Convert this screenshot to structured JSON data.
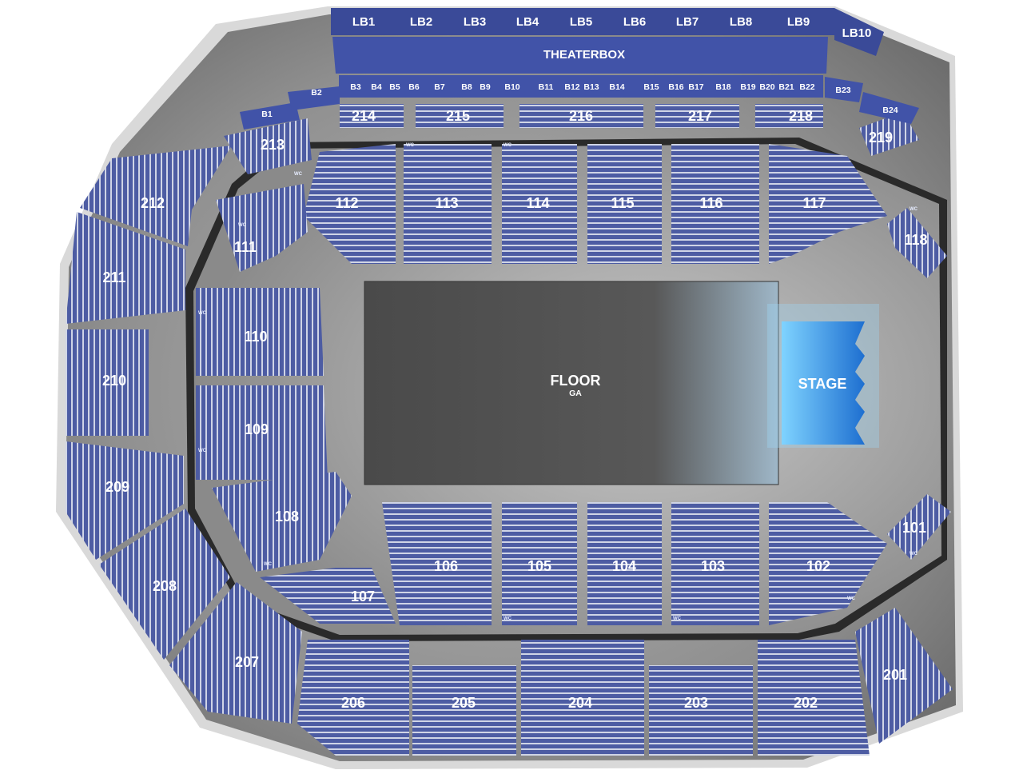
{
  "colors": {
    "seat_fill": "#5362a6",
    "box_fill": "#3a4a98",
    "concourse": "#9a9a9a",
    "floor": "#4e4e4e",
    "stage": "#3aa0e0",
    "label": "#ffffff"
  },
  "floor": {
    "label": "FLOOR",
    "sublabel": "GA"
  },
  "stage": {
    "label": "STAGE"
  },
  "theaterbox": {
    "label": "THEATERBOX"
  },
  "loge_boxes": [
    "LB1",
    "LB2",
    "LB3",
    "LB4",
    "LB5",
    "LB6",
    "LB7",
    "LB8",
    "LB9",
    "LB10"
  ],
  "boxes": [
    "B1",
    "B2",
    "B3",
    "B4",
    "B5",
    "B6",
    "B7",
    "B8",
    "B9",
    "B10",
    "B11",
    "B12",
    "B13",
    "B14",
    "B15",
    "B16",
    "B17",
    "B18",
    "B19",
    "B20",
    "B21",
    "B22",
    "B23",
    "B24"
  ],
  "lower_sections": [
    "101",
    "102",
    "103",
    "104",
    "105",
    "106",
    "107",
    "108",
    "109",
    "110",
    "111",
    "112",
    "113",
    "114",
    "115",
    "116",
    "117",
    "118"
  ],
  "upper_sections": [
    "201",
    "202",
    "203",
    "204",
    "205",
    "206",
    "207",
    "208",
    "209",
    "210",
    "211",
    "212",
    "213",
    "214",
    "215",
    "216",
    "217",
    "218",
    "219"
  ],
  "markers": {
    "wc": "WC"
  }
}
